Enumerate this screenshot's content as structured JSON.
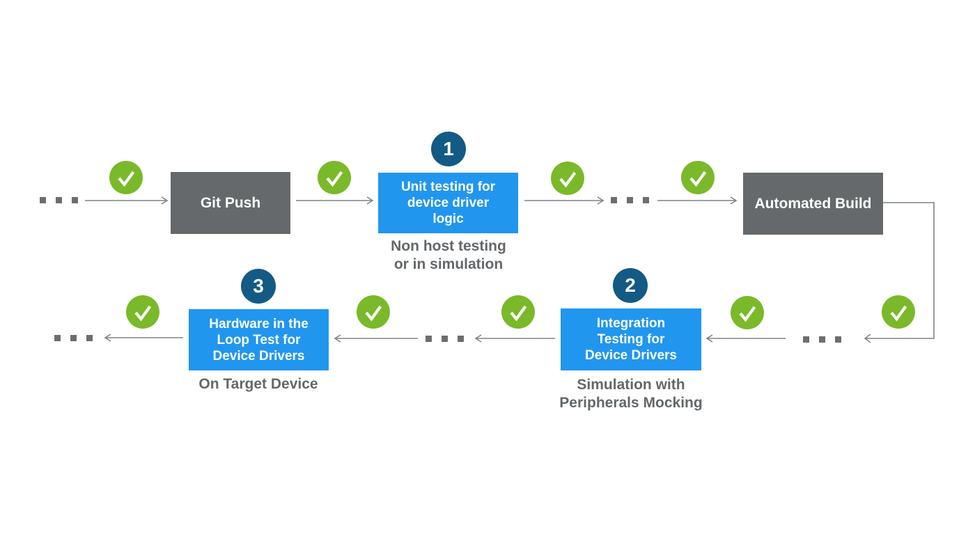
{
  "colors": {
    "check_green": "#7ab929",
    "process_blue": "#2196ee",
    "badge_dark_blue": "#135a85",
    "box_gray": "#65696b",
    "caption_gray": "#63676a",
    "connector_gray": "#7f8386",
    "dot_gray": "#6a6e70"
  },
  "icons": {
    "checkmark_icon": "✓",
    "ellipsis_dots": "▪ ▪ ▪",
    "arrow_right_icon": "→",
    "arrow_left_icon": "←"
  },
  "nodes": {
    "git_push": {
      "label": "Git Push"
    },
    "unit_testing": {
      "step_number": "1",
      "label": [
        "Unit testing for",
        "device driver",
        "logic"
      ],
      "caption": [
        "Non host testing",
        "or in simulation"
      ]
    },
    "automated_build": {
      "label": "Automated Build"
    },
    "integration_testing": {
      "step_number": "2",
      "label": [
        "Integration",
        "Testing for",
        "Device Drivers"
      ],
      "caption": [
        "Simulation with",
        "Peripherals Mocking"
      ]
    },
    "hardware_in_loop": {
      "step_number": "3",
      "label": [
        "Hardware in the",
        "Loop Test for",
        "Device Drivers"
      ],
      "caption": [
        "On Target Device"
      ]
    }
  }
}
